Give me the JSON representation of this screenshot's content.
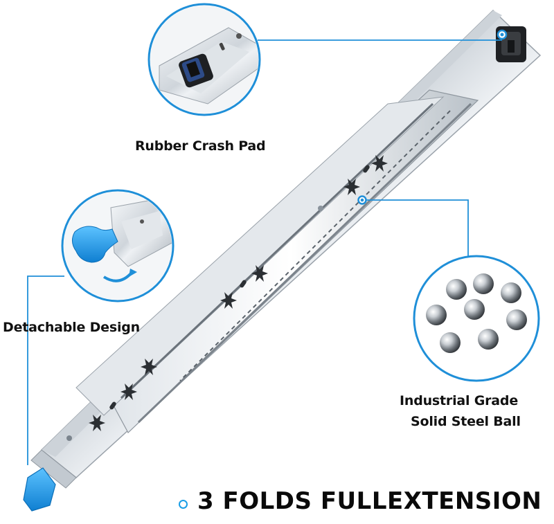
{
  "labels": {
    "crash_pad": "Rubber Crash Pad",
    "detachable": "Detachable Design",
    "ball_line1": "Industrial Grade",
    "ball_line2": "Solid Steel Ball",
    "bottom_title": "3 FOLDS FULLEXTENSION"
  },
  "colors": {
    "accent_blue": "#1a9ee6",
    "callout_line": "#1f8fd8",
    "steel_light": "#e9edf1",
    "steel_dark": "#8a939c",
    "text": "#111111"
  },
  "icons": {
    "callout_marker": "circle-dot",
    "title_bullet": "ring"
  }
}
